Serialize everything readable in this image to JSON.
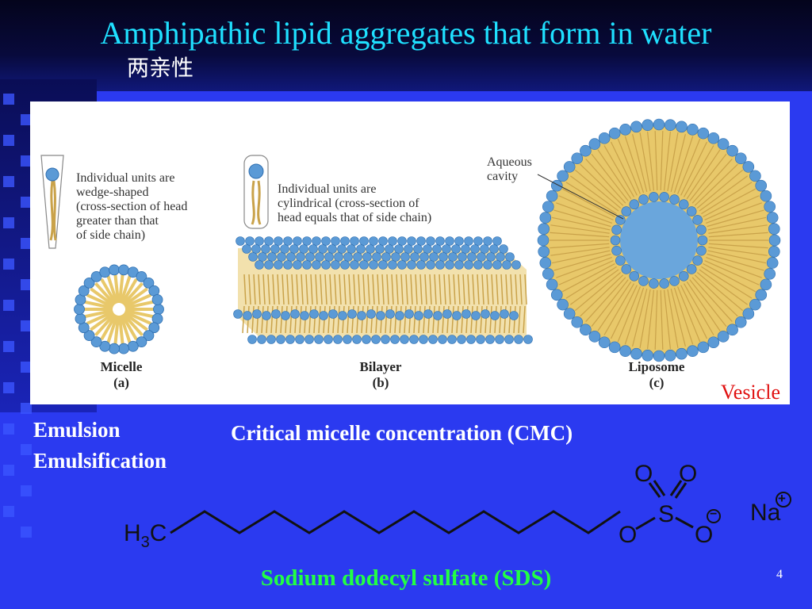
{
  "slide": {
    "title": "Amphipathic lipid aggregates that form in water",
    "subtitle": "两亲性",
    "page_number": "4"
  },
  "figure": {
    "micelle": {
      "note_lines": [
        "Individual units are",
        "wedge-shaped",
        "(cross-section of head",
        "greater than that",
        "of side chain)"
      ],
      "name": "Micelle",
      "letter": "(a)"
    },
    "bilayer": {
      "note_lines": [
        "Individual units are",
        "cylindrical (cross-section of",
        "head equals that of side chain)"
      ],
      "name": "Bilayer",
      "letter": "(b)"
    },
    "liposome": {
      "cavity_lines": [
        "Aqueous",
        "cavity"
      ],
      "name": "Liposome",
      "letter": "(c)"
    },
    "vesicle_label": "Vesicle",
    "colors": {
      "head": "#5b9ad6",
      "tail": "#e8c86a",
      "label_red": "#e01010"
    }
  },
  "terms": {
    "emulsion": "Emulsion",
    "emulsification": "Emulsification",
    "cmc": "Critical micelle concentration (CMC)"
  },
  "sds": {
    "label": "Sodium dodecyl sulfate (SDS)",
    "atoms": {
      "h": "H",
      "sub3": "3",
      "c": "C",
      "o": "O",
      "s": "S",
      "na": "Na",
      "plus": "+",
      "minus": "−"
    }
  },
  "colors": {
    "background": "#2b3af0",
    "title": "#1fe0ff",
    "sds_label": "#22ff44"
  }
}
